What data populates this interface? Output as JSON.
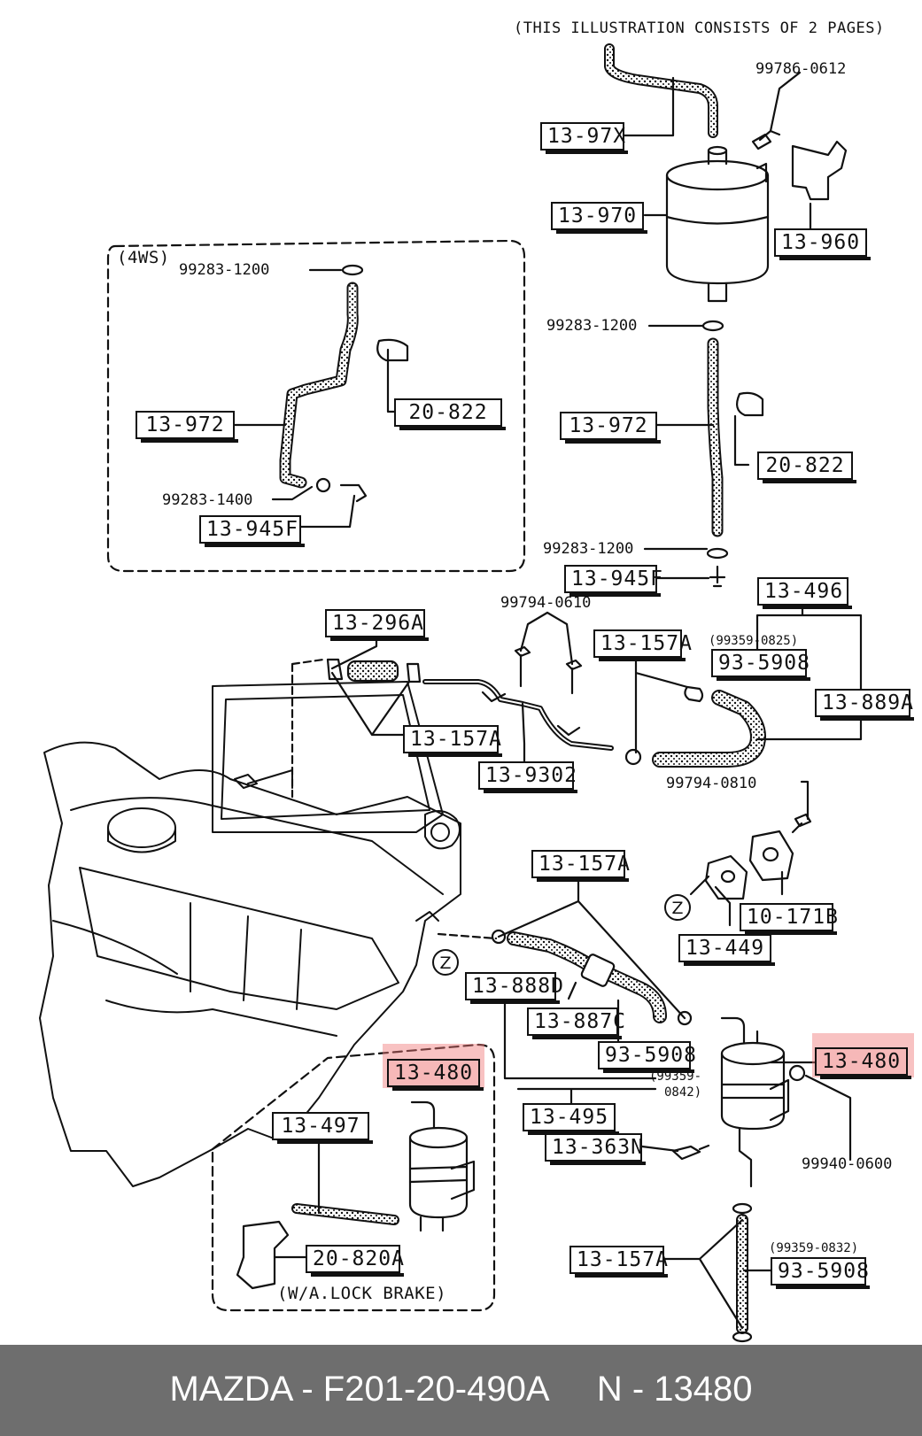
{
  "header_note": "(THIS ILLUSTRATION CONSISTS OF  2 PAGES)",
  "variant_4ws": "(4WS)",
  "variant_lock_brake": "(W/A.LOCK BRAKE)",
  "zone_marker": "Z",
  "labels": {
    "l_13_97x": "13-97X",
    "l_13_970": "13-970",
    "l_13_960": "13-960",
    "l_13_972_left": "13-972",
    "l_20_822_left": "20-822",
    "l_13_945f_left": "13-945F",
    "l_13_972_right": "13-972",
    "l_20_822_right": "20-822",
    "l_13_945f_right": "13-945F",
    "l_13_496": "13-496",
    "l_93_5908_a": "93-5908",
    "l_13_889a": "13-889A",
    "l_13_157a_a": "13-157A",
    "l_13_296a": "13-296A",
    "l_13_157a_b": "13-157A",
    "l_13_9302": "13-9302",
    "l_13_157a_c": "13-157A",
    "l_10_171b": "10-171B",
    "l_13_449": "13-449",
    "l_13_888d": "13-888D",
    "l_13_887c": "13-887C",
    "l_93_5908_b": "93-5908",
    "l_13_480_right": "13-480",
    "l_13_480_left": "13-480",
    "l_13_495": "13-495",
    "l_13_363n": "13-363N",
    "l_13_497": "13-497",
    "l_20_820a": "20-820A",
    "l_13_157a_d": "13-157A",
    "l_93_5908_c": "93-5908"
  },
  "part_numbers": {
    "p_99786_0612": "99786-0612",
    "p_99283_1200_a": "99283-1200",
    "p_99283_1400": "99283-1400",
    "p_99283_1200_b": "99283-1200",
    "p_99283_1200_c": "99283-1200",
    "p_99794_0610": "99794-0610",
    "p_99359_0825": "(99359-0825)",
    "p_99794_0810": "99794-0810",
    "p_99359_0842_a": "(99359-",
    "p_99359_0842_b": "0842)",
    "p_99940_0600": "99940-0600",
    "p_99359_0832": "(99359-0832)"
  },
  "highlight_color": "#f08080",
  "footer": {
    "text": "MAZDA - F201-20-490A     N - 13480",
    "background": "#6e6e6e",
    "color": "#ffffff"
  }
}
